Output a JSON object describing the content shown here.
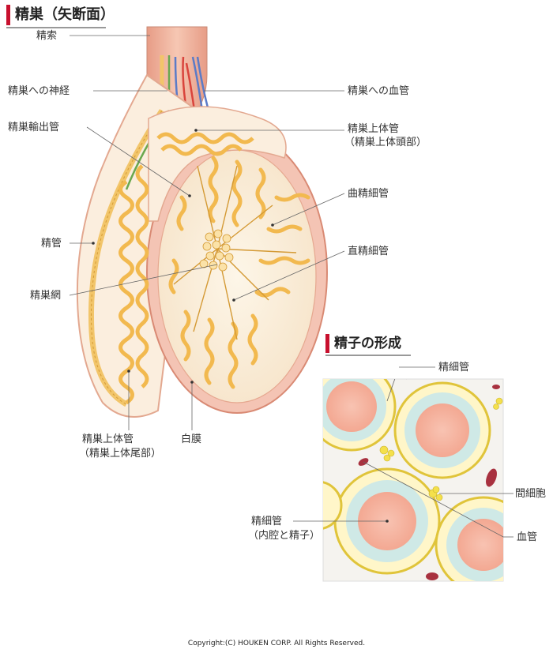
{
  "title": "精巣（矢断面）",
  "subtitle": "精子の形成",
  "labels": {
    "seisaku": "精索",
    "nerve": "精巣への神経",
    "efferent": "精巣輸出管",
    "vas": "精管",
    "rete": "精巣網",
    "epi_tail_1": "精巣上体管",
    "epi_tail_2": "（精巣上体尾部）",
    "tunica": "白膜",
    "vessel": "精巣への血管",
    "epi_head_1": "精巣上体管",
    "epi_head_2": "（精巣上体頭部）",
    "convoluted": "曲精細管",
    "straight": "直精細管",
    "sem_tubule": "精細管",
    "interstitial": "間細胞",
    "sem_lumen_1": "精細管",
    "sem_lumen_2": "（内腔と精子）",
    "blood_vessel": "血管"
  },
  "copyright": "Copyright:(C) HOUKEN CORP. All Rights Reserved.",
  "colors": {
    "accent": "#c8102e",
    "skin": "#f0b8a4",
    "tubule": "#f7c66a",
    "tubule_outline": "#d49a35",
    "tunica": "#f4c4b4",
    "nerve": "#6aa84f",
    "artery": "#d9443c",
    "vein": "#5b7bc7",
    "cell": "#6fc2c0"
  }
}
